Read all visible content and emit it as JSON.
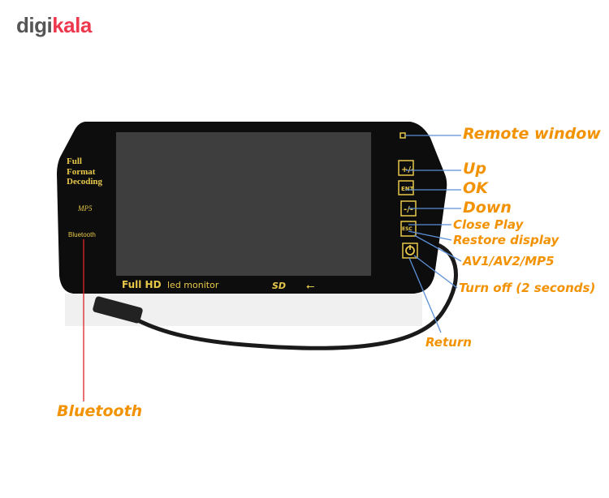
{
  "logo": {
    "part1": "digi",
    "part2": "kala"
  },
  "device": {
    "side_text": [
      "Full",
      "Format",
      "Decoding"
    ],
    "mp5": "MP5",
    "bluetooth_badge": "Bluetooth",
    "bottom_brand": "Full HD",
    "bottom_text": "led monitor",
    "sd": "SD",
    "usb_icon": "usb-icon"
  },
  "labels": {
    "remote_window": "Remote window",
    "up": "Up",
    "ok": "OK",
    "down": "Down",
    "close_play": "Close Play",
    "restore_display": "Restore display",
    "av": "AV1/AV2/MP5",
    "turn_off": "Turn off (2 seconds)",
    "return": "Return",
    "bluetooth": "Bluetooth"
  },
  "colors": {
    "label": "#f39200",
    "line": "#5b8fd6",
    "bt_line": "#d9262c",
    "gold": "#e8c84a"
  }
}
